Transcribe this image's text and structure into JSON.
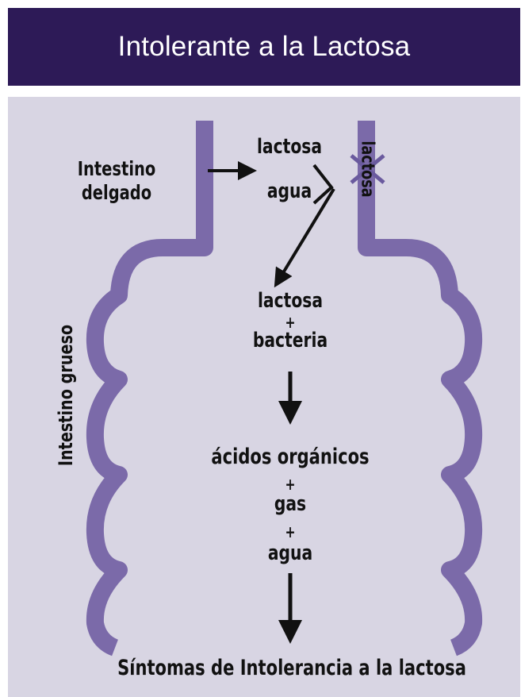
{
  "header": {
    "title": "Intolerante a la Lactosa"
  },
  "colors": {
    "header_bg": "#2d1a57",
    "panel_bg": "#d8d5e3",
    "intestine": "#7b6aa9",
    "text": "#111111"
  },
  "labels": {
    "small_intestine_line1": "Intestino",
    "small_intestine_line2": "delgado",
    "lactose_top": "lactosa",
    "water_top": "agua",
    "lactose_wall": "lactosa",
    "large_intestine": "Intestino grueso",
    "lactose_mid": "lactosa",
    "plus1": "+",
    "bacteria": "bacteria",
    "organic_acids": "ácidos orgánicos",
    "plus2": "+",
    "gas": "gas",
    "plus3": "+",
    "water_bottom": "agua",
    "symptoms": "Síntomas de Intolerancia a la lactosa"
  }
}
